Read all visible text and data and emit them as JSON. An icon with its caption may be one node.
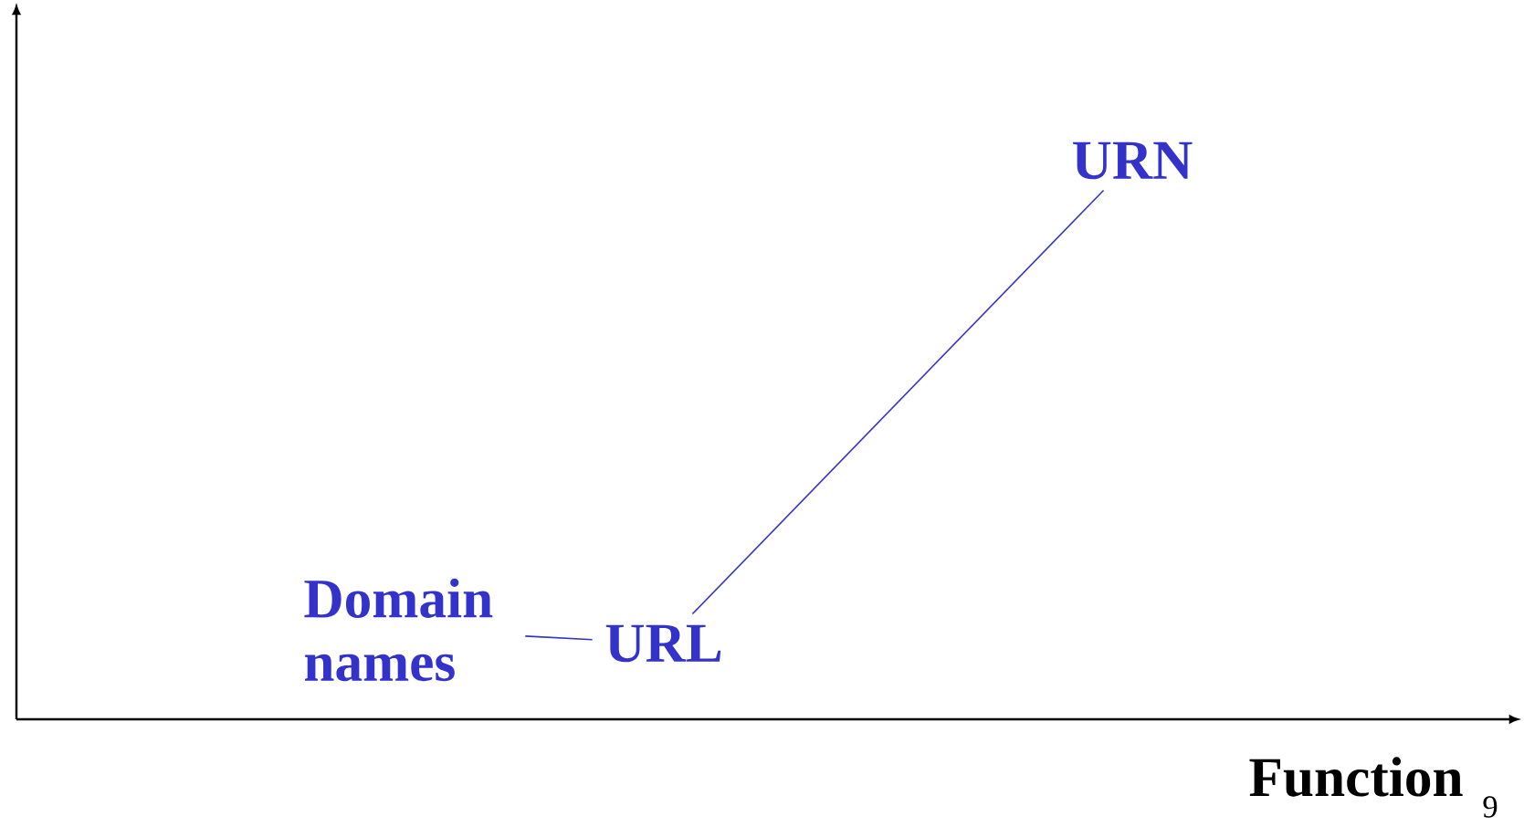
{
  "diagram": {
    "nodes": [
      {
        "text": [
          "Domain names"
        ]
      },
      {
        "text": [
          "URL"
        ]
      },
      {
        "text": [
          "URN"
        ]
      }
    ],
    "edges": [
      {
        "from": 0,
        "to": 1,
        "arrow": "none"
      },
      {
        "from": 1,
        "to": 2,
        "arrow": "none"
      }
    ],
    "labels": [
      "Function",
      "9"
    ]
  }
}
